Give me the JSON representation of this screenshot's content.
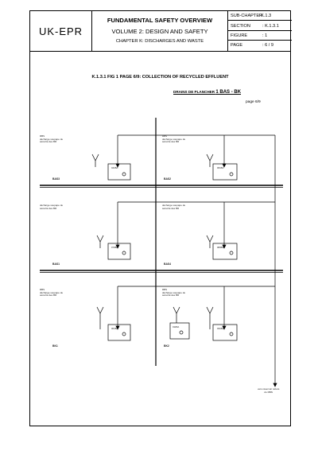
{
  "header": {
    "logo": "UK-EPR",
    "title": "FUNDAMENTAL SAFETY OVERVIEW",
    "volume": "VOLUME 2: DESIGN AND SAFETY",
    "chapter": "CHAPTER K: DISCHARGES AND WASTE",
    "meta": [
      {
        "key": "SUB-CHAPTER",
        "value": ": K.1.3"
      },
      {
        "key": "SECTION",
        "value": ": K.1.3.1"
      },
      {
        "key": "FIGURE",
        "value": ": 1"
      },
      {
        "key": "PAGE",
        "value": ": 6 / 9"
      }
    ]
  },
  "figure": {
    "title": "K.1.3.1 FIG 1 PAGE 6/9: COLLECTION OF RECYCLED EFFLUENT",
    "subtitle_prefix": "DRAINS DE PLANCHER",
    "subtitle_main": "1 BAS - BK",
    "page_label": "page 6/9"
  },
  "diagram": {
    "rbs_notes": [
      "RBS\ndécharge soupape de\nsécurité des BR",
      "RBS\ndécharge soupape de\nsécurité des BR",
      "décharge soupape de\nsécurité des BR",
      "décharge soupape de\nsécurité des BR",
      "RBS\ndécharge soupape de\nsécurité des BR",
      "RBS\ndécharge soupape de\nsécurité des BR"
    ],
    "tanks": [
      "041BA",
      "061BA",
      "070BA",
      "080BA",
      "001BA",
      "011BA",
      "031BA"
    ],
    "building_labels": [
      "BAS3",
      "BAS2",
      "BAS1",
      "BAS4",
      "BK1",
      "BK2"
    ],
    "outlet_note": "vers réservoir rebuts\ndu RBN"
  }
}
